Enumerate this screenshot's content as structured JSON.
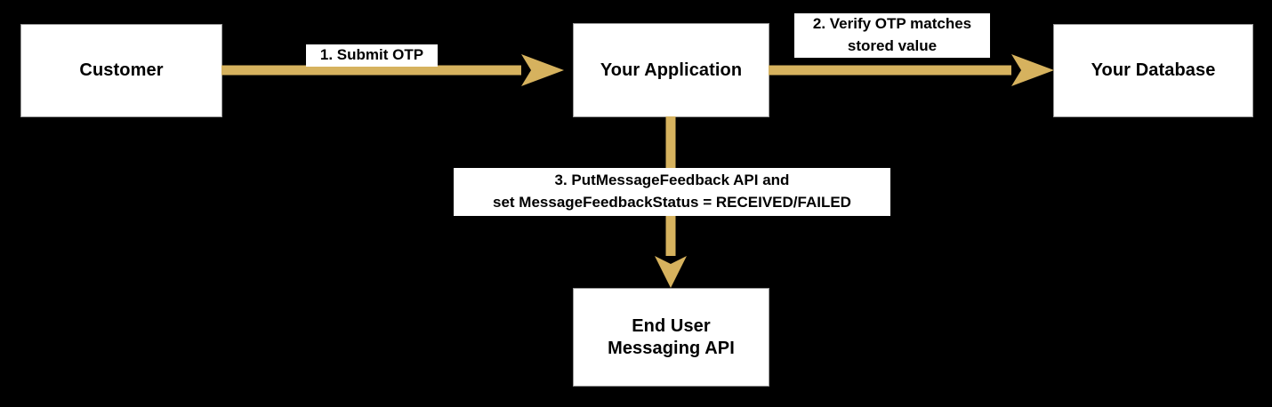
{
  "diagram": {
    "type": "flow-diagram",
    "background_color": "#000000",
    "arrow_color": "#D6B25E",
    "node_fill_color": "#FFFFFF",
    "node_text_color": "#000000",
    "nodes": [
      {
        "id": "customer",
        "label": "Customer"
      },
      {
        "id": "your-application",
        "label": "Your Application"
      },
      {
        "id": "your-database",
        "label": "Your Database"
      },
      {
        "id": "end-user-messaging-api",
        "label": "End User\nMessaging API"
      }
    ],
    "edges": [
      {
        "id": "customer-to-application",
        "from": "customer",
        "to": "your-application",
        "label": "1. Submit OTP"
      },
      {
        "id": "application-to-database",
        "from": "your-application",
        "to": "your-database",
        "label": "2. Verify OTP matches\nstored value"
      },
      {
        "id": "application-to-messaging-api",
        "from": "your-application",
        "to": "end-user-messaging-api",
        "label": "3. PutMessageFeedback API and\nset MessageFeedbackStatus = RECEIVED/FAILED"
      }
    ]
  }
}
